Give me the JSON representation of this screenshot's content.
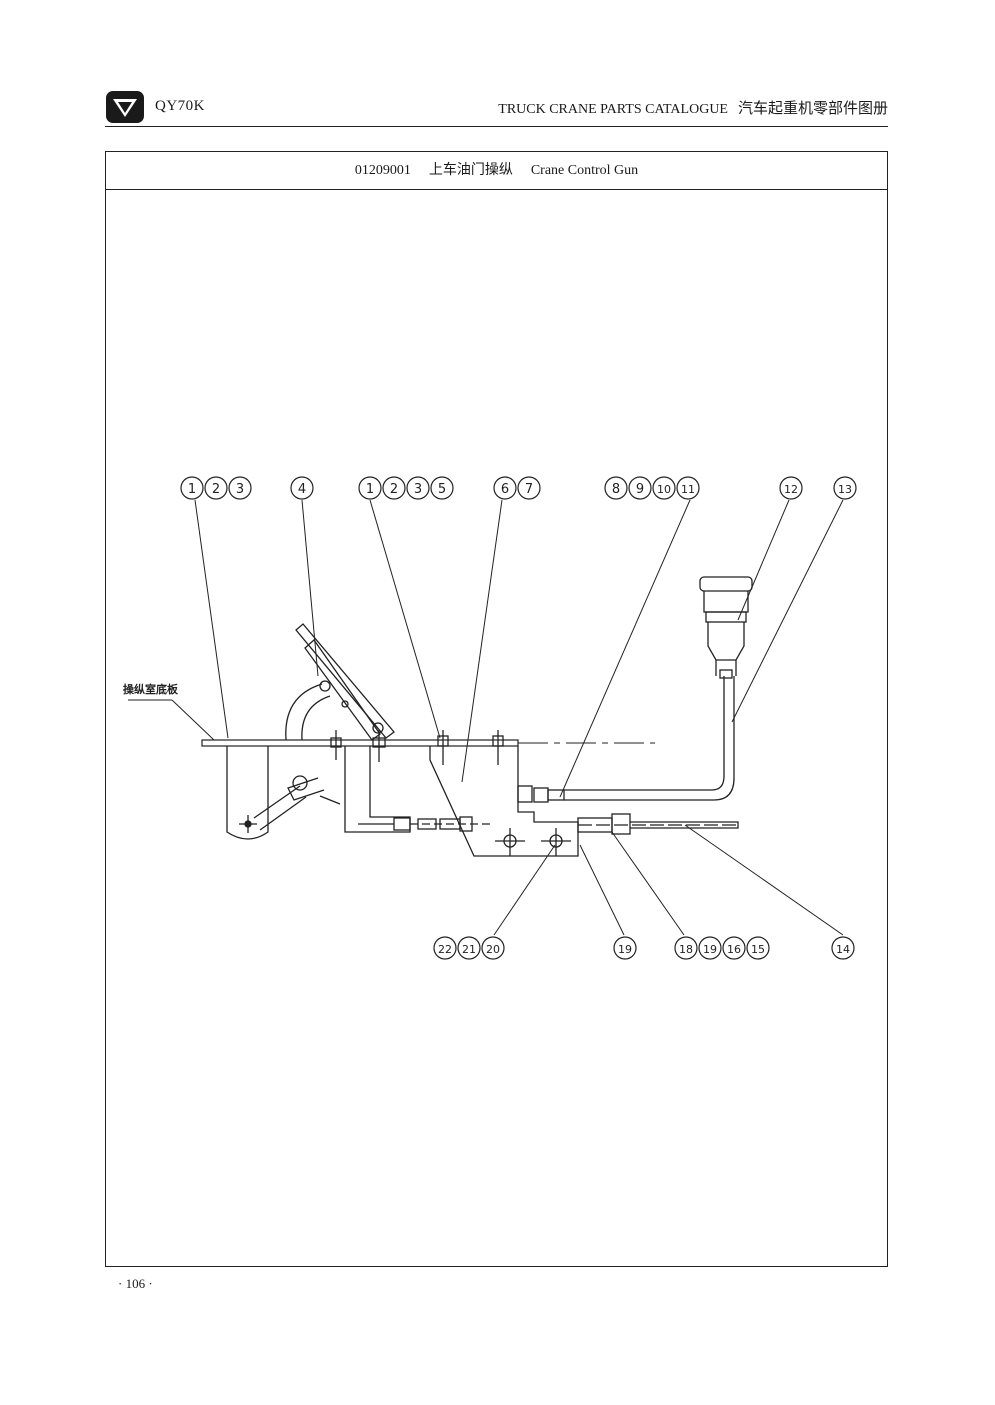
{
  "header": {
    "model": "QY70K",
    "catalogue_en": "TRUCK CRANE PARTS CATALOGUE",
    "catalogue_cn": "汽车起重机零部件图册"
  },
  "title": {
    "code": "01209001",
    "name_cn": "上车油门操纵",
    "name_en": "Crane Control Gun"
  },
  "diagram": {
    "floor_label": "操纵室底板",
    "callouts_top": [
      {
        "id": "c1",
        "numbers": [
          "1",
          "2",
          "3"
        ]
      },
      {
        "id": "c2",
        "numbers": [
          "4"
        ]
      },
      {
        "id": "c3",
        "numbers": [
          "1",
          "2",
          "3",
          "5"
        ]
      },
      {
        "id": "c4",
        "numbers": [
          "6",
          "7"
        ]
      },
      {
        "id": "c5",
        "numbers": [
          "8",
          "9",
          "10",
          "11"
        ]
      },
      {
        "id": "c6",
        "numbers": [
          "12"
        ]
      },
      {
        "id": "c7",
        "numbers": [
          "13"
        ]
      }
    ],
    "callouts_bottom": [
      {
        "id": "c8",
        "numbers": [
          "22",
          "21",
          "20"
        ]
      },
      {
        "id": "c9",
        "numbers": [
          "19"
        ]
      },
      {
        "id": "c10",
        "numbers": [
          "18",
          "19",
          "16",
          "15"
        ]
      },
      {
        "id": "c11",
        "numbers": [
          "14"
        ]
      }
    ]
  },
  "footer": {
    "page": "· 106 ·"
  }
}
